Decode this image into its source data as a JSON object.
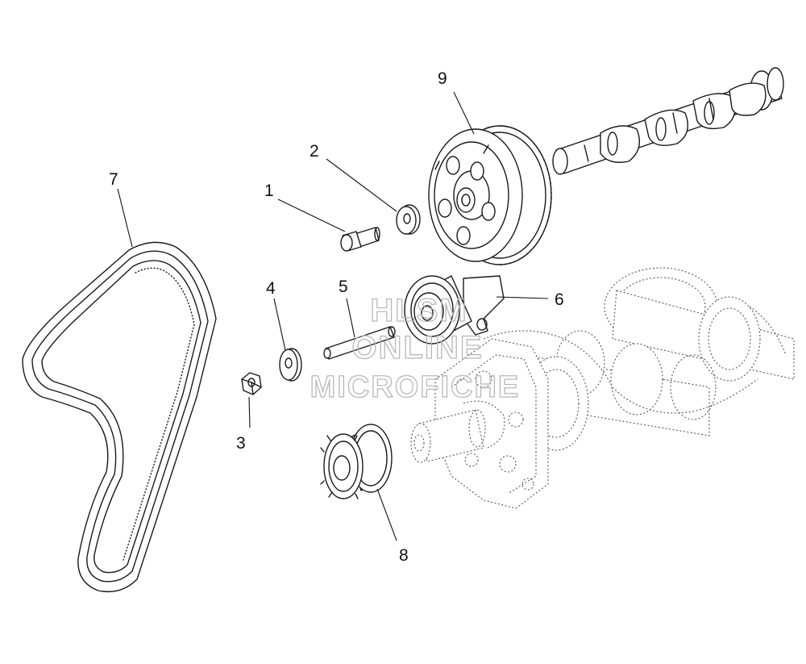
{
  "callouts": {
    "c1": "1",
    "c2": "2",
    "c3": "3",
    "c4": "4",
    "c5": "5",
    "c6": "6",
    "c7": "7",
    "c8": "8",
    "c9": "9"
  },
  "watermark": {
    "line1": "HLSM",
    "line2": "ONLINE",
    "line3": "MICROFICHE"
  },
  "colors": {
    "line": "#1a1a1a",
    "hidden_line": "#555555",
    "watermark": "#b8b8b8"
  }
}
